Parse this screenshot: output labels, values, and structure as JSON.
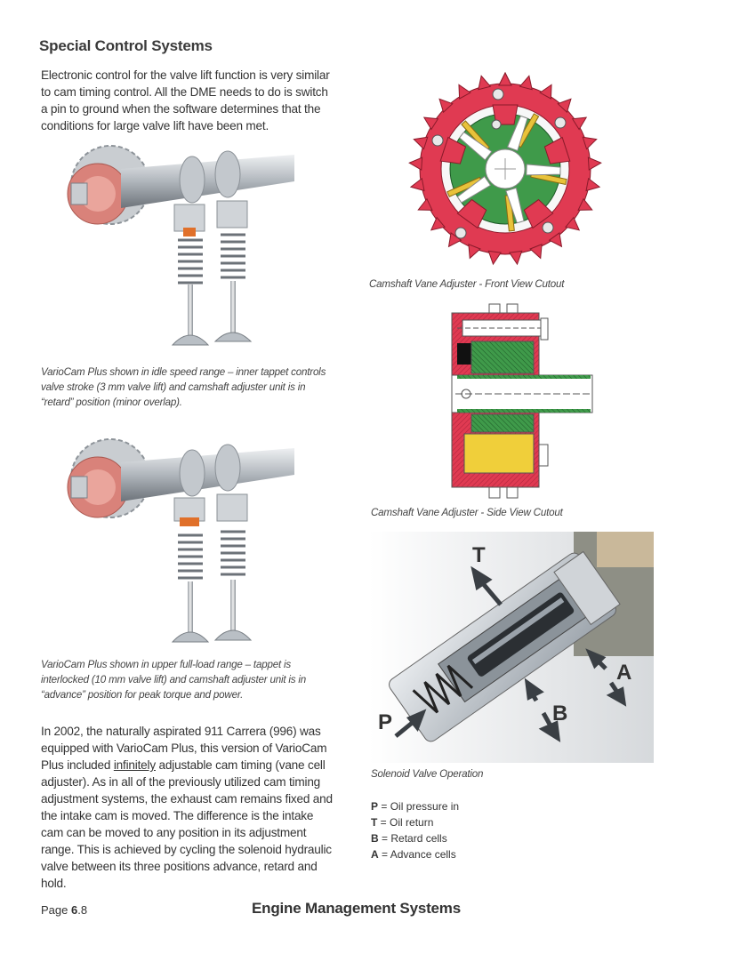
{
  "heading": "Special Control Systems",
  "intro": "Electronic control for the valve lift function is very similar to cam timing control. All the DME needs to do is switch a pin to ground when the software determines that the conditions for large valve lift have been met.",
  "captions": {
    "idle": "VarioCam Plus shown in idle speed range – inner tappet controls valve stroke (3 mm valve lift) and camshaft adjuster unit is in “retard” position (minor overlap).",
    "full": "VarioCam Plus shown in upper full-load range – tappet is interlocked (10 mm valve lift) and camshaft adjuster unit is in “advance” position for peak torque and power.",
    "front": "Camshaft Vane Adjuster - Front View Cutout",
    "side": "Camshaft Vane Adjuster - Side View Cutout",
    "solenoid": "Solenoid Valve Operation"
  },
  "paragraph": {
    "before": "In 2002, the naturally aspirated 911 Carrera (996) was equipped with VarioCam Plus, this version of VarioCam Plus included ",
    "underlined": "infinitely",
    "after": " adjustable cam timing (vane cell adjuster). As in all of the previously utilized cam timing adjustment systems, the exhaust cam remains fixed and the intake cam is moved. The difference is the intake cam can be moved to any position in its adjustment range. This is achieved by cycling the solenoid hydraulic valve between its three positions advance, retard and hold."
  },
  "legend": [
    {
      "key": "P",
      "sep": " = ",
      "text": "Oil pressure in"
    },
    {
      "key": "T",
      "sep": " = ",
      "text": "Oil return"
    },
    {
      "key": "B",
      "sep": " = ",
      "text": "Retard cells"
    },
    {
      "key": "A",
      "sep": " = ",
      "text": "Advance cells"
    }
  ],
  "solenoid_labels": {
    "t": "T",
    "a": "A",
    "b": "B",
    "p": "P"
  },
  "footer": {
    "page_prefix": "Page ",
    "page_bold": "6",
    "page_suffix": ".8",
    "title": "Engine Management Systems"
  },
  "colors": {
    "gear_red": "#e03a52",
    "rotor_green": "#3f9a4a",
    "vane_yellow": "#e8c23a",
    "metal_grey": "#b8bec4",
    "piston_red": "#d9827a"
  }
}
